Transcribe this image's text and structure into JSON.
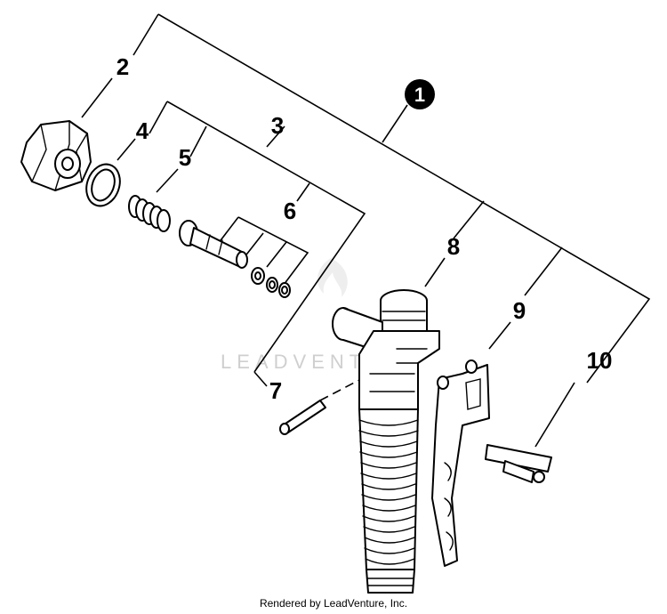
{
  "diagram": {
    "callouts": {
      "part_1": "1",
      "part_2": "2",
      "part_3": "3",
      "part_4": "4",
      "part_5": "5",
      "part_6": "6",
      "part_7": "7",
      "part_8": "8",
      "part_9": "9",
      "part_10": "10"
    },
    "watermark": "LEADVENTURE",
    "footer": "Rendered by LeadVenture, Inc."
  }
}
